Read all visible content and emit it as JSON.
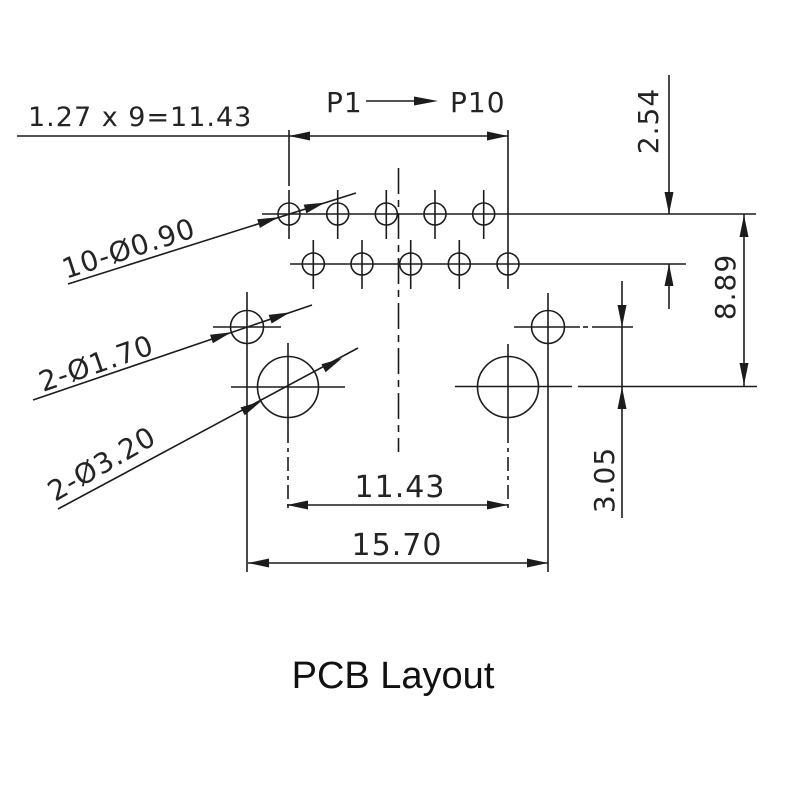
{
  "title": "PCB Layout",
  "drawing": {
    "pitch_note": "1.27 x 9=11.43",
    "pin_first": "P1",
    "pin_last": "P10",
    "leader_labels": {
      "small_holes": "10-Ø0.90",
      "medium_holes": "2-Ø1.70",
      "large_holes": "2-Ø3.20"
    },
    "dimensions": {
      "row_spacing": "2.54",
      "pin_row_to_large_holes": "8.89",
      "medium_to_large_holes": "3.05",
      "large_hole_span": "11.43",
      "medium_hole_span": "15.70"
    },
    "holes": {
      "small": {
        "count": 10,
        "diameter_mm": 0.9
      },
      "medium": {
        "count": 2,
        "diameter_mm": 1.7
      },
      "large": {
        "count": 2,
        "diameter_mm": 3.2
      }
    }
  }
}
